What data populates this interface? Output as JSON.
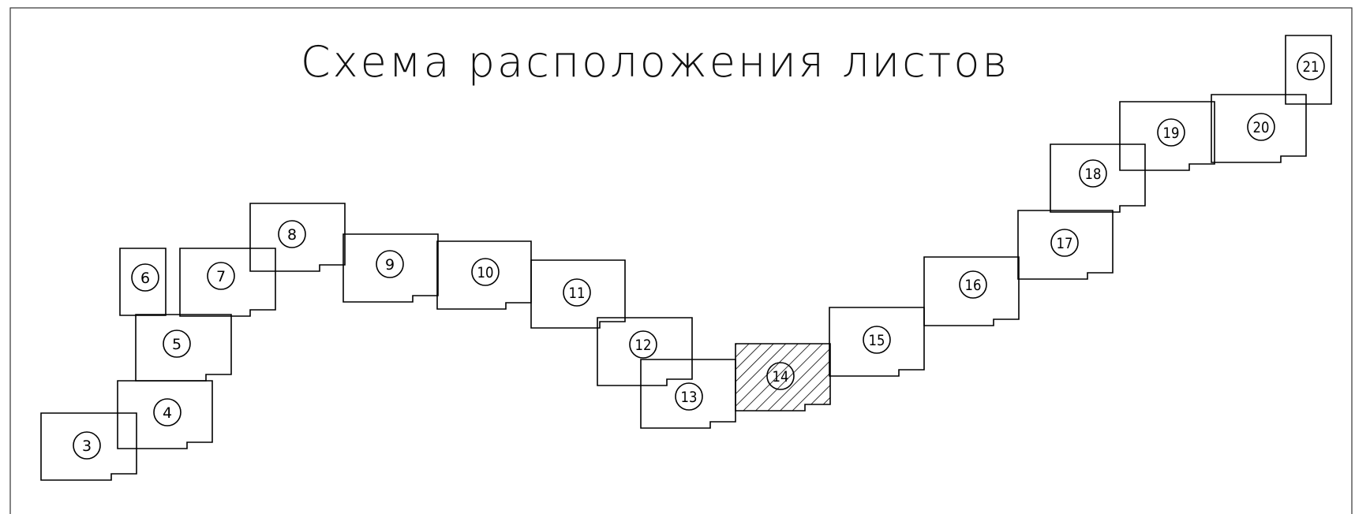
{
  "title": "Схема расположения листов",
  "highlighted_sheet": "14",
  "sheets": [
    {
      "label": "3"
    },
    {
      "label": "4"
    },
    {
      "label": "5"
    },
    {
      "label": "6"
    },
    {
      "label": "7"
    },
    {
      "label": "8"
    },
    {
      "label": "9"
    },
    {
      "label": "10"
    },
    {
      "label": "11"
    },
    {
      "label": "12"
    },
    {
      "label": "13"
    },
    {
      "label": "14"
    },
    {
      "label": "15"
    },
    {
      "label": "16"
    },
    {
      "label": "17"
    },
    {
      "label": "18"
    },
    {
      "label": "19"
    },
    {
      "label": "20"
    },
    {
      "label": "21"
    }
  ]
}
